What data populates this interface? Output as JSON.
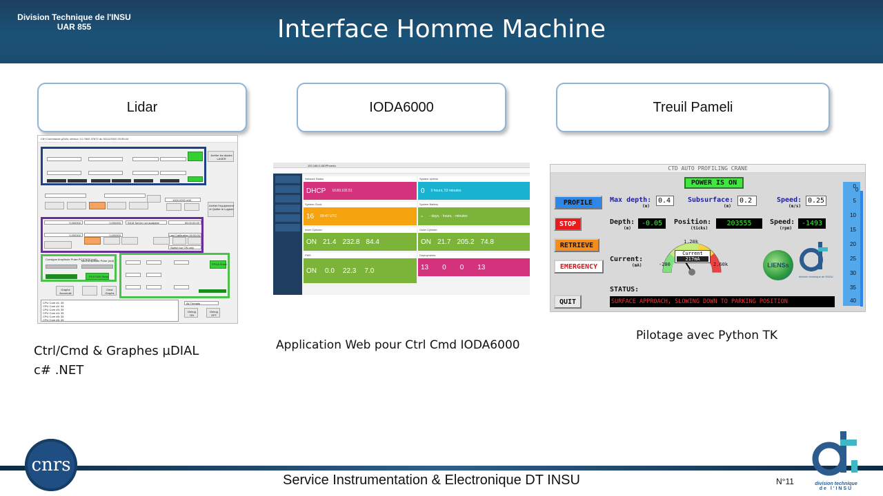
{
  "header": {
    "org_line1": "Division Technique de l'INSU",
    "org_line2": "UAR 855",
    "title": "Interface Homme Machine"
  },
  "sections": [
    {
      "label": "Lidar",
      "caption_line1": "Ctrl/Cmd & Graphes µDIAL",
      "caption_line2": "c# .NET"
    },
    {
      "label": "IODA6000",
      "caption_line1": "Application Web pour Ctrl Cmd IODA6000"
    },
    {
      "label": "Treuil Pameli",
      "caption_line1": "Pilotage avec Python TK"
    }
  ],
  "lidar_app": {
    "titlebar": "CtH Commande µDIAL  version 1.0.7842.37672 du 30/12/2020 20:55:44",
    "stop_button": "Arrêter les diodes LASER",
    "quit_button": "Arrêter l'équipement et Quitter le Logiciel",
    "wlm_status": "WLM Server not available",
    "time1": "00:00:00.00",
    "time2": "00:00:00.00",
    "last_calibration": "Last Calibration 00:00:00",
    "value_a": "0,000000",
    "value_b": "0,000000",
    "value_c": "0,000000",
    "value_d": "0,000000",
    "p_value": "1000,0000 mW",
    "no_p_motor": "No P-motor logging",
    "switch_label": "Switch sur ON only",
    "cpu_lines": [
      "CPU Core #1: 35",
      "CPU Core #2: 34",
      "CPU Core #3: 35",
      "CPU Core #4: 35",
      "CPU Core #5: 35",
      "CPU Core #6: 35"
    ],
    "all_threads": "All Threads",
    "pulse_label_1": "Consigne Amplitude Pulse PCX7420 (mA)",
    "pulse_label_2": "tatut Amplitude Pulse (mA)",
    "pcx_button": "PCX7420 Show",
    "fpga_button": "FPGA Show",
    "graph_button": "Graphe Accumulé",
    "clear_button": "Clear Graphs",
    "debug_on": "Debug ON",
    "debug_off": "Debug OFF"
  },
  "ioda_app": {
    "url": "192.168.0.180/Phoenix",
    "cards": [
      {
        "title": "Network Status",
        "value": "DHCP",
        "detail": "10.83.102.51"
      },
      {
        "title": "System Uptime",
        "value": "0",
        "detail": "0 hours, 53 minutes"
      },
      {
        "title": "System Clock",
        "value": "16",
        "detail": "09:47 UTC"
      },
      {
        "title": "System Battery",
        "value": "-",
        "detail": "- days, - hours, - minutes"
      },
      {
        "title": "Inner Cylinder",
        "status": "ON",
        "values": [
          "21.4",
          "232.8",
          "84.4"
        ]
      },
      {
        "title": "Outer Cylinder",
        "status": "ON",
        "values": [
          "21.7",
          "205.2",
          "74.8"
        ]
      },
      {
        "title": "PMS",
        "status": "ON",
        "values": [
          "0.0",
          "22.3",
          "7.0"
        ]
      },
      {
        "title": "Deployments",
        "values": [
          "13",
          "0",
          "0",
          "13"
        ]
      }
    ]
  },
  "treuil_app": {
    "window_title": "CTD AUTO PROFILING CRANE",
    "power_status": "POWER IS ON",
    "buttons": {
      "profile": "PROFILE",
      "stop": "STOP",
      "retrieve": "RETRIEVE",
      "emergency": "EMERGENCY",
      "quit": "QUIT"
    },
    "max_depth_label": "Max depth:",
    "max_depth_unit": "(m)",
    "max_depth_value": "0.4",
    "subsurface_label": "Subsurface:",
    "subsurface_unit": "(m)",
    "subsurface_value": "0.2",
    "speed_set_label": "Speed:",
    "speed_set_unit": "(m/s)",
    "speed_set_value": "0.25",
    "depth_label": "Depth:",
    "depth_unit": "(m)",
    "depth_value": "-0.05",
    "position_label": "Position:",
    "position_unit": "(ticks)",
    "position_value": "203555",
    "speed_label": "Speed:",
    "speed_unit": "(rpm)",
    "speed_value": "-1493",
    "current_label": "Current:",
    "current_unit": "(mA)",
    "gauge_title": "Current",
    "gauge_value": "217mA",
    "gauge_top": "1.20k",
    "gauge_left": "-200",
    "gauge_right": "2.60k",
    "status_label": "STATUS:",
    "status_text": "SURFACE APPROACH, SLOWING DOWN TO PARKING POSITION",
    "lienss_logo": "LIENSs",
    "dt_caption": "division technique de l'INSU",
    "scale_ticks": [
      "0",
      "5",
      "10",
      "15",
      "20",
      "25",
      "30",
      "35",
      "40"
    ],
    "scale_top": "0"
  },
  "footer": {
    "text": "Service Instrumentation  & Electronique DT INSU",
    "page": "N°11",
    "cnrs_logo": "cnrs",
    "dt_logo_caption_1": "division technique",
    "dt_logo_caption_2": "de l'INSU"
  },
  "colors": {
    "header": "#1a5277",
    "accent_border": "#8db4d9",
    "footer_line": "#2f5f89"
  }
}
